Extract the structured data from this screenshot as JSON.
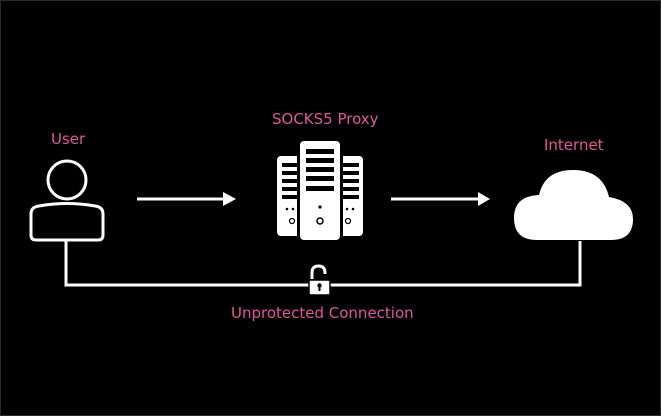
{
  "diagram": {
    "title": "SOCKS5 proxy connection diagram",
    "colors": {
      "background": "#000000",
      "foreground": "#ffffff",
      "label": "#e0579f"
    },
    "nodes": [
      {
        "id": "user",
        "label": "User",
        "icon": "user-icon"
      },
      {
        "id": "proxy",
        "label": "SOCKS5 Proxy",
        "icon": "server-rack-icon"
      },
      {
        "id": "internet",
        "label": "Internet",
        "icon": "cloud-icon"
      }
    ],
    "edges": [
      {
        "from": "user",
        "to": "proxy",
        "type": "arrow"
      },
      {
        "from": "proxy",
        "to": "internet",
        "type": "arrow"
      },
      {
        "from": "user",
        "to": "internet",
        "type": "line",
        "label": "Unprotected Connection",
        "icon": "unlocked-padlock-icon"
      }
    ]
  }
}
